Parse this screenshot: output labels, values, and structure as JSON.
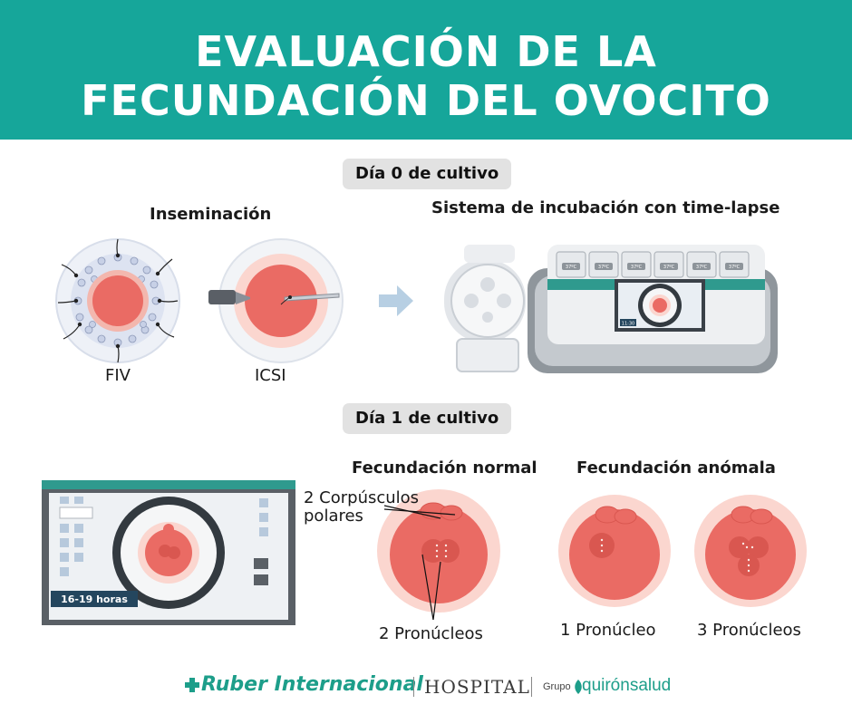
{
  "title": {
    "line1": "EVALUACIÓN DE LA",
    "line2": "FECUNDACIÓN DEL OVOCITO"
  },
  "day0": {
    "badge": "Día 0 de cultivo",
    "insemination_title": "Inseminación",
    "fiv_label": "FIV",
    "icsi_label": "ICSI",
    "incubator_title": "Sistema de incubación con time-lapse",
    "incubator_screen_time": "11:30",
    "chamber_temp": "37ºC"
  },
  "day1": {
    "badge": "Día 1 de cultivo",
    "timer_label": "16-19 horas",
    "normal_title": "Fecundación normal",
    "abnormal_title": "Fecundación anómala",
    "polar_bodies_label_line1": "2 Corpúsculos",
    "polar_bodies_label_line2": "polares",
    "two_pn_label": "2 Pronúcleos",
    "one_pn_label": "1 Pronúcleo",
    "three_pn_label": "3 Pronúcleos"
  },
  "footer": {
    "brand": "Ruber Internacional",
    "hospital": "HOSPITAL",
    "group_prefix": "Grupo",
    "group": "quirónsalud"
  },
  "colors": {
    "header": "#16a69a",
    "cell": "#ea6b64",
    "halo": "#fbd6cf",
    "badge": "#e2e2e2",
    "brand": "#1d9e8a"
  }
}
